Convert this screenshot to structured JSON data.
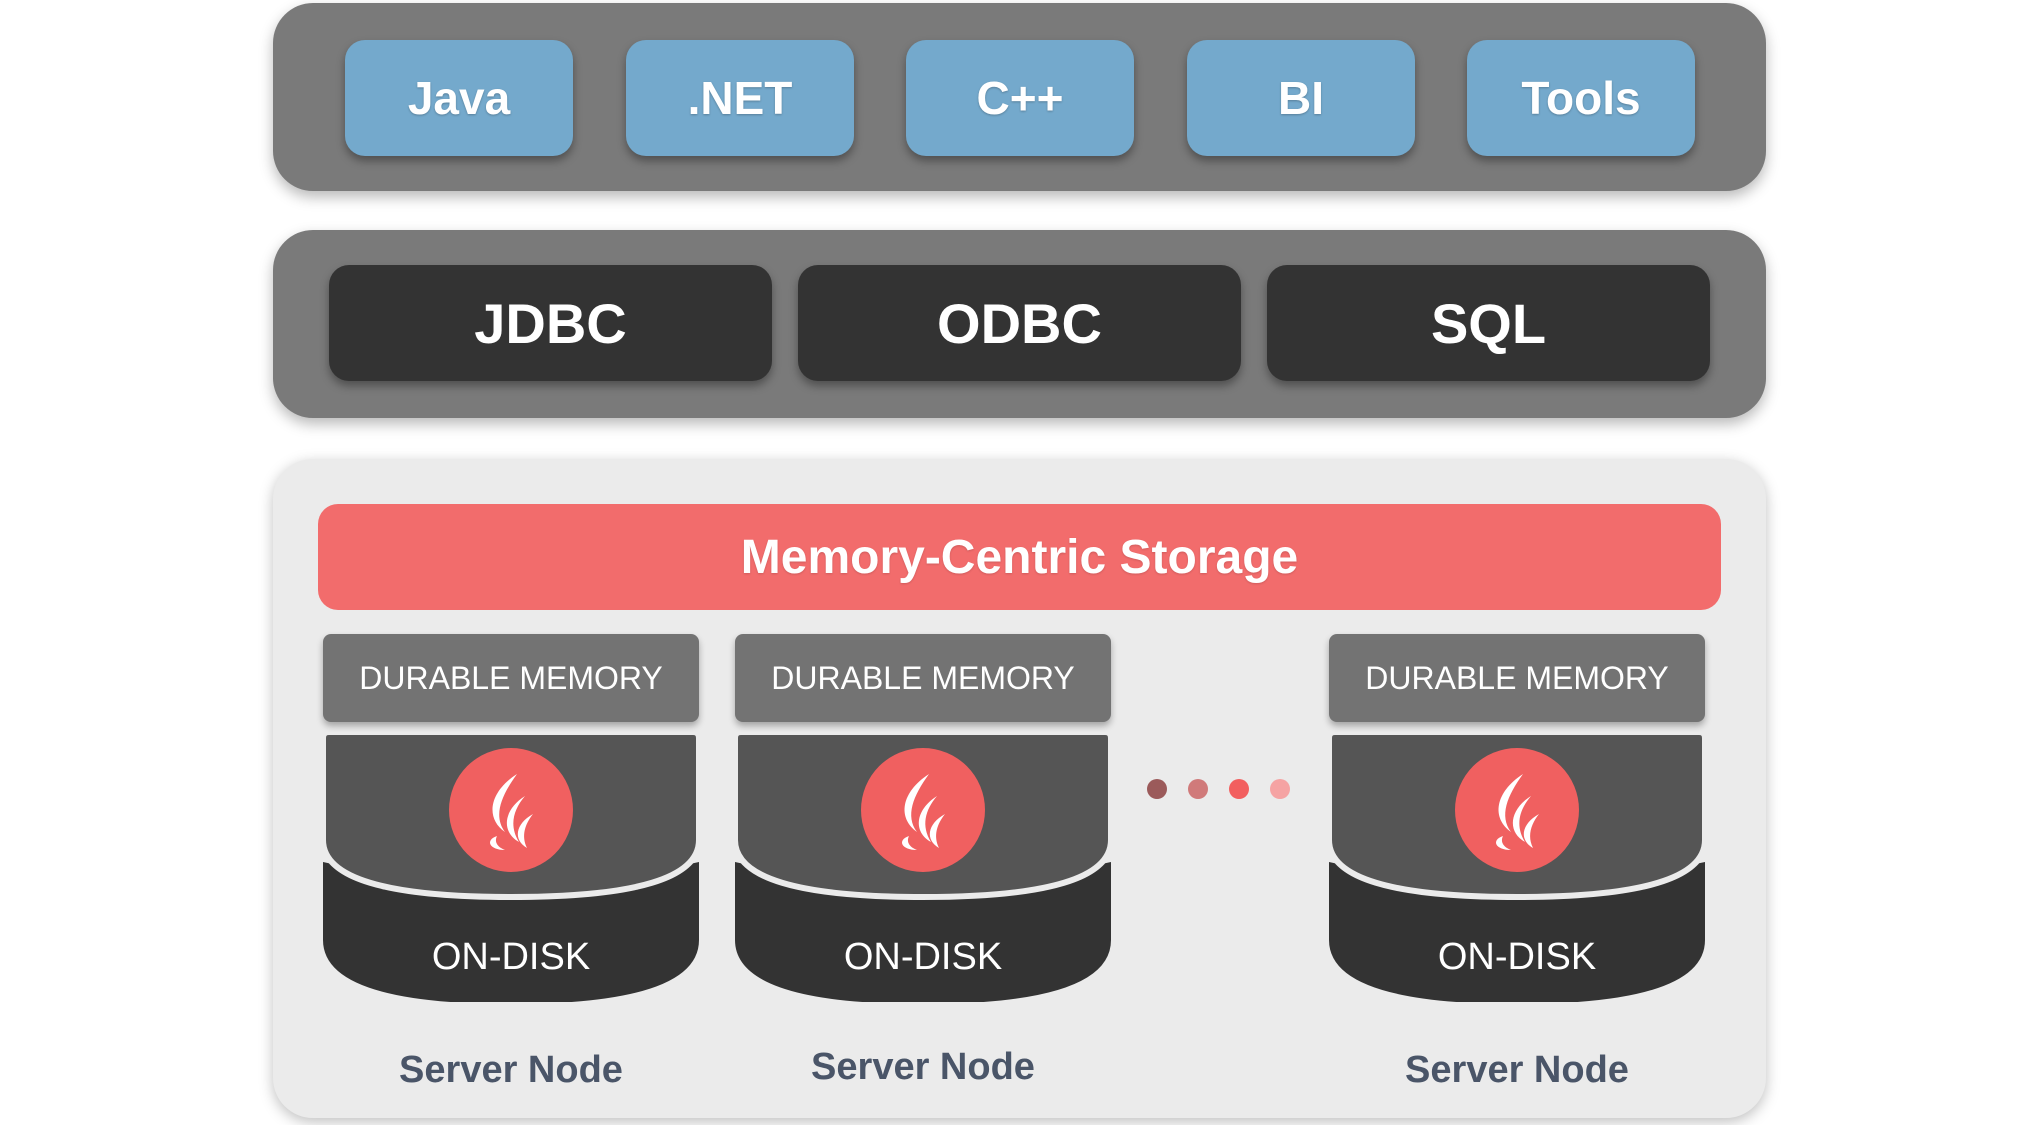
{
  "clients": {
    "items": [
      {
        "label": "Java"
      },
      {
        "label": ".NET"
      },
      {
        "label": "C++"
      },
      {
        "label": "BI"
      },
      {
        "label": "Tools"
      }
    ]
  },
  "apis": {
    "items": [
      {
        "label": "JDBC"
      },
      {
        "label": "ODBC"
      },
      {
        "label": "SQL"
      }
    ]
  },
  "storage": {
    "title": "Memory-Centric Storage",
    "nodes": [
      {
        "memory_label": "DURABLE MEMORY",
        "disk_label": "ON-DISK",
        "node_label": "Server Node",
        "icon": "flame-icon"
      },
      {
        "memory_label": "DURABLE MEMORY",
        "disk_label": "ON-DISK",
        "node_label": "Server Node",
        "icon": "flame-icon"
      },
      {
        "memory_label": "DURABLE MEMORY",
        "disk_label": "ON-DISK",
        "node_label": "Server Node",
        "icon": "flame-icon"
      }
    ],
    "ellipsis_colors": [
      "#9b5a5a",
      "#d07a7a",
      "#f25f5f",
      "#f5a3a3"
    ]
  },
  "colors": {
    "client_button": "#74a9cc",
    "api_button": "#333333",
    "storage_bar": "#f26c6c",
    "icon_circle": "#f06060"
  }
}
